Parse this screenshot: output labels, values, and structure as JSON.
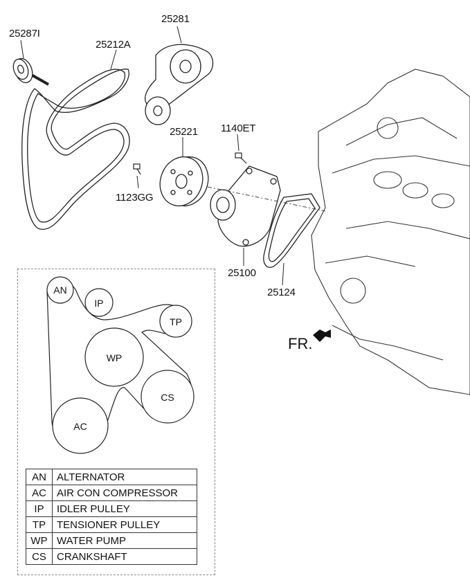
{
  "part_labels": {
    "p25287I": "25287I",
    "p25212A": "25212A",
    "p25281": "25281",
    "p25221": "25221",
    "p1140ET": "1140ET",
    "p1123GG": "1123GG",
    "p25100": "25100",
    "p25124": "25124"
  },
  "direction_label": "FR.",
  "belt_diagram": {
    "AN": "AN",
    "IP": "IP",
    "TP": "TP",
    "WP": "WP",
    "CS": "CS",
    "AC": "AC"
  },
  "legend": [
    {
      "code": "AN",
      "desc": "ALTERNATOR"
    },
    {
      "code": "AC",
      "desc": "AIR CON COMPRESSOR"
    },
    {
      "code": "IP",
      "desc": "IDLER PULLEY"
    },
    {
      "code": "TP",
      "desc": "TENSIONER PULLEY"
    },
    {
      "code": "WP",
      "desc": "WATER PUMP"
    },
    {
      "code": "CS",
      "desc": "CRANKSHAFT"
    }
  ]
}
